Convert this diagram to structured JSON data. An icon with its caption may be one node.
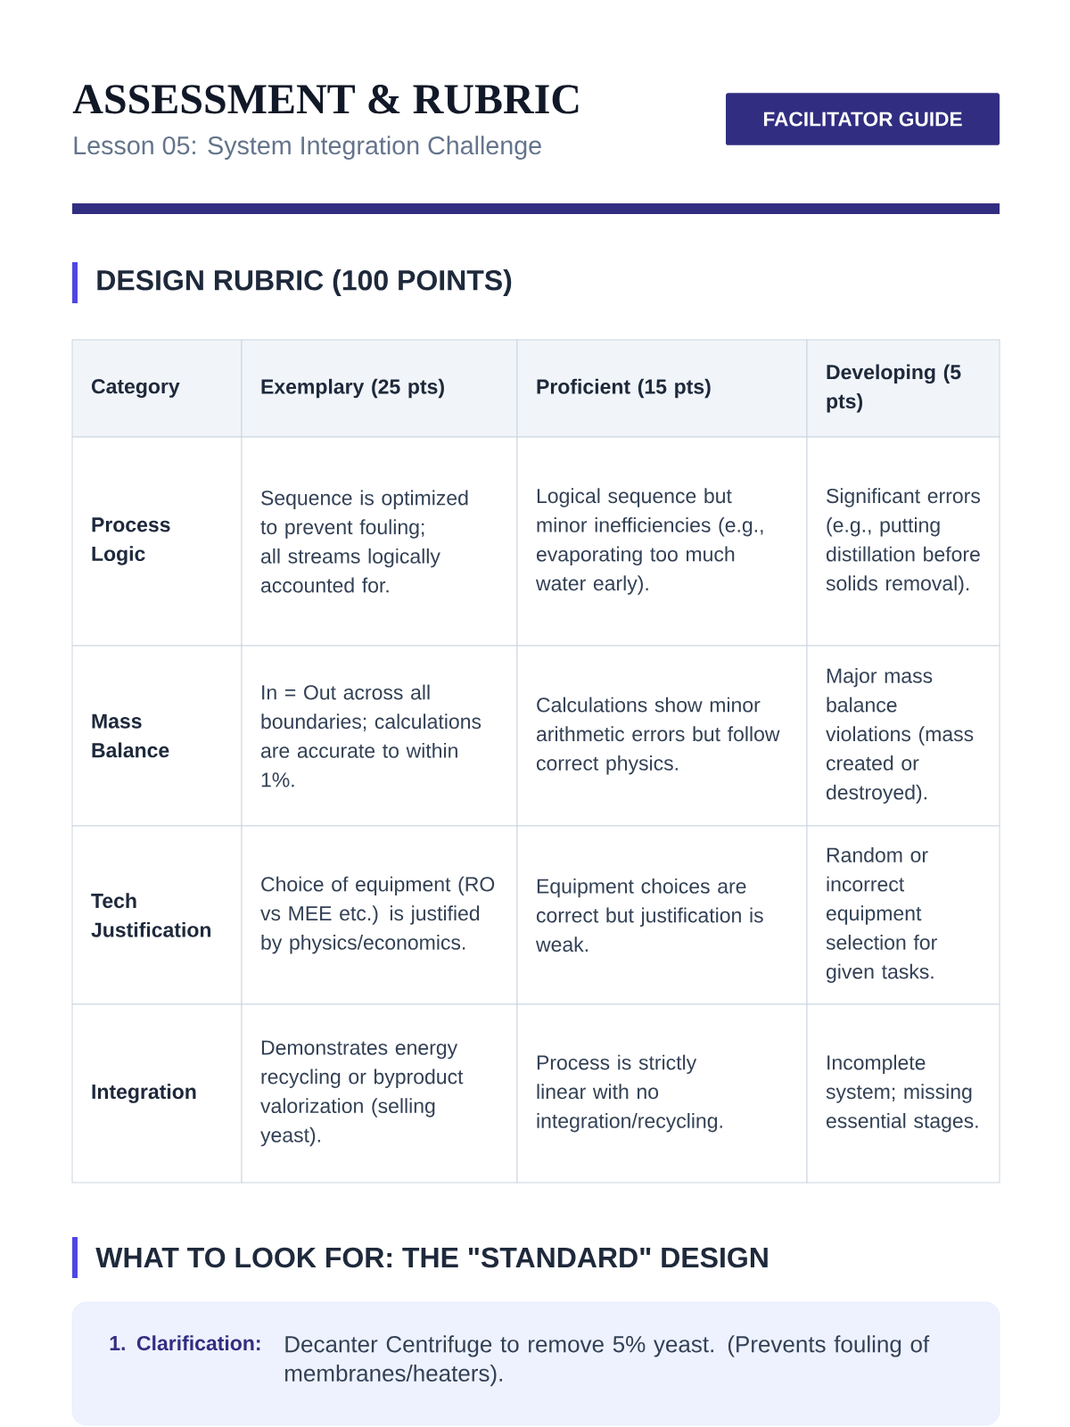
{
  "diagram": {
    "title": "ASSESSMENT & RUBRIC",
    "labels": [
      "Lesson 05: System Integration Challenge",
      "FACILITATOR GUIDE",
      "DESIGN RUBRIC (100 POINTS)",
      "Category",
      "Exemplary (25 pts)",
      "Proficient (15 pts)",
      "Developing (5 pts)",
      "Process Logic",
      "Sequence is optimized to prevent fouling; all streams logically accounted for.",
      "Logical sequence but minor inefficiencies (e.g., evaporating too much water early).",
      "Significant errors (e.g., putting distillation before solids removal).",
      "Mass Balance",
      "In = Out across all boundaries; calculations are accurate to within 1%.",
      "Calculations show minor arithmetic errors but follow correct physics.",
      "Major mass balance violations (mass created or destroyed).",
      "Tech Justification",
      "Choice of equipment (RO vs MEE etc.) is justified by physics/economics.",
      "Equipment choices are correct but justification is weak.",
      "Random or incorrect equipment selection for given tasks.",
      "Integration",
      "Demonstrates energy recycling or byproduct valorization (selling yeast).",
      "Process is strictly linear with no integration/recycling.",
      "Incomplete system; missing essential stages.",
      "WHAT TO LOOK FOR: THE \"STANDARD\" DESIGN",
      "1. Clarification:",
      "Decanter Centrifuge to remove 5% yeast. (Prevents fouling of membranes/heaters)."
    ]
  }
}
